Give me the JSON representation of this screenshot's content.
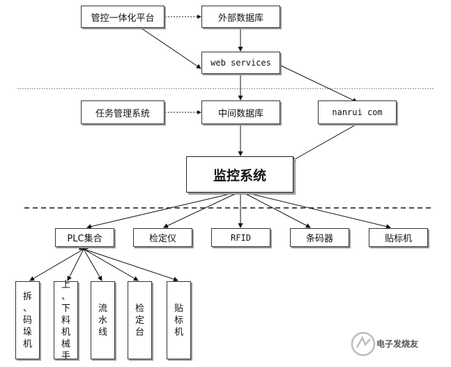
{
  "nodes": {
    "platform": "管控一体化平台",
    "external_db": "外部数据库",
    "web_services": "web services",
    "task_system": "任务管理系统",
    "middle_db": "中间数据库",
    "nanrui": "nanrui com",
    "monitor": "监控系统",
    "plc": "PLC集合",
    "verifier": "检定仪",
    "rfid": "RFID",
    "barcode": "条码器",
    "labeler": "贴标机"
  },
  "leaf_nodes": [
    [
      "拆",
      "、",
      "码",
      "垛",
      "机"
    ],
    [
      "上",
      "、",
      "下",
      "料",
      "机",
      "械",
      "手"
    ],
    [
      "流",
      "水",
      "线"
    ],
    [
      "检",
      "定",
      "台"
    ],
    [
      "贴",
      "标",
      "机"
    ]
  ],
  "watermark": "电子发烧友"
}
